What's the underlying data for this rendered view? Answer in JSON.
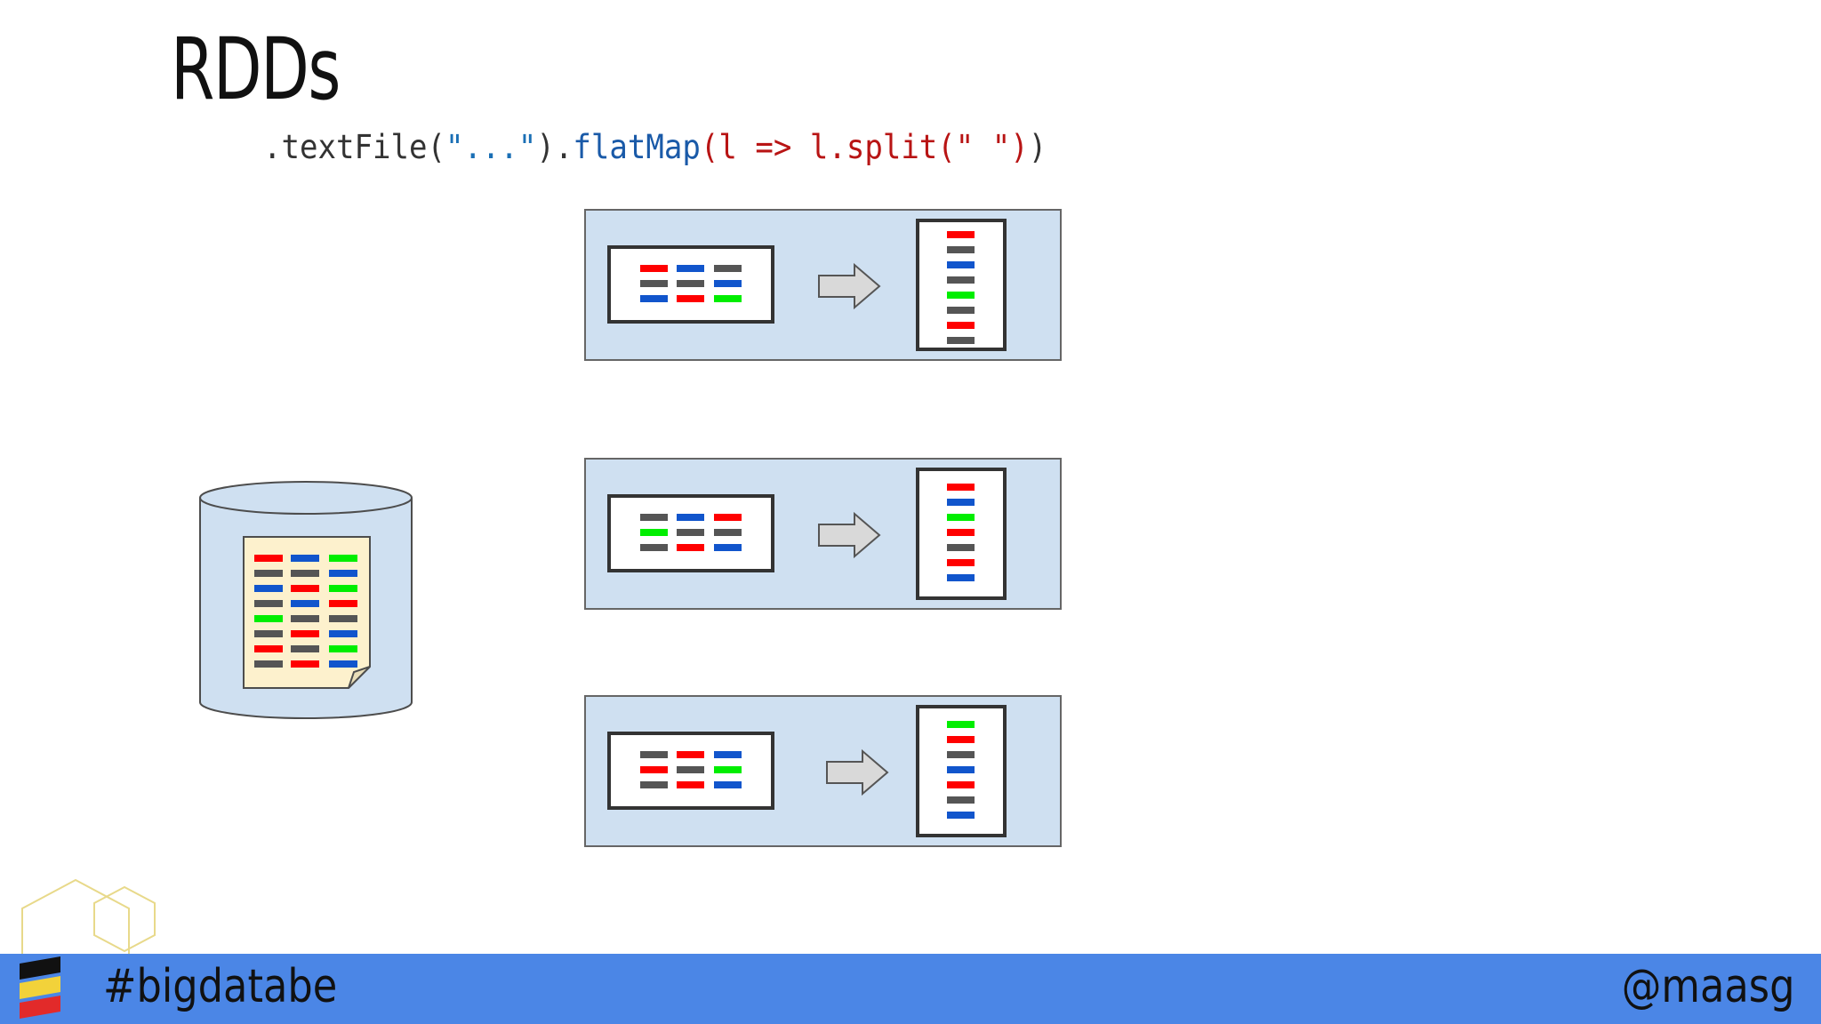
{
  "slide": {
    "title": "RDDs",
    "code": {
      "part1": ".textFile(",
      "part2": "\"...\"",
      "part3": ").",
      "part4": "flatMap",
      "part5": "(l => l.split(\" \")",
      "part6": ")"
    }
  },
  "colors": {
    "partition_fill": "#cfe0f1",
    "red": "#ff0000",
    "blue": "#1155cc",
    "green": "#00ee00",
    "gray": "#555555",
    "footer": "#4b86e6"
  },
  "source_dataset": {
    "icon": "database-icon",
    "rows": [
      [
        "red",
        "blue",
        "green"
      ],
      [
        "gray",
        "gray",
        "blue"
      ],
      [
        "blue",
        "red",
        "green"
      ],
      [
        "gray",
        "blue",
        "red"
      ],
      [
        "green",
        "gray",
        "gray"
      ],
      [
        "gray",
        "red",
        "blue"
      ],
      [
        "red",
        "gray",
        "green"
      ],
      [
        "gray",
        "red",
        "blue"
      ]
    ]
  },
  "partitions": [
    {
      "input_rows": [
        [
          "red",
          "blue",
          "gray"
        ],
        [
          "gray",
          "gray",
          "blue"
        ],
        [
          "blue",
          "red",
          "green"
        ]
      ],
      "output_words": [
        "red",
        "gray",
        "blue",
        "gray",
        "green",
        "gray",
        "red",
        "gray"
      ],
      "arrow_icon": "right-arrow-icon"
    },
    {
      "input_rows": [
        [
          "gray",
          "blue",
          "red"
        ],
        [
          "green",
          "gray",
          "gray"
        ],
        [
          "gray",
          "red",
          "blue"
        ]
      ],
      "output_words": [
        "red",
        "blue",
        "green",
        "red",
        "gray",
        "red",
        "blue"
      ],
      "arrow_icon": "right-arrow-icon"
    },
    {
      "input_rows": [
        [
          "gray",
          "red",
          "blue"
        ],
        [
          "red",
          "gray",
          "green"
        ],
        [
          "gray",
          "red",
          "blue"
        ]
      ],
      "output_words": [
        "green",
        "red",
        "gray",
        "blue",
        "red",
        "gray",
        "blue"
      ],
      "arrow_icon": "right-arrow-icon"
    }
  ],
  "footer": {
    "hashtag": "#bigdatabe",
    "handle": "@maasg",
    "logo_icon": "belgian-flag-stack-icon",
    "decoration_icon": "hexagon-outline-icon"
  }
}
